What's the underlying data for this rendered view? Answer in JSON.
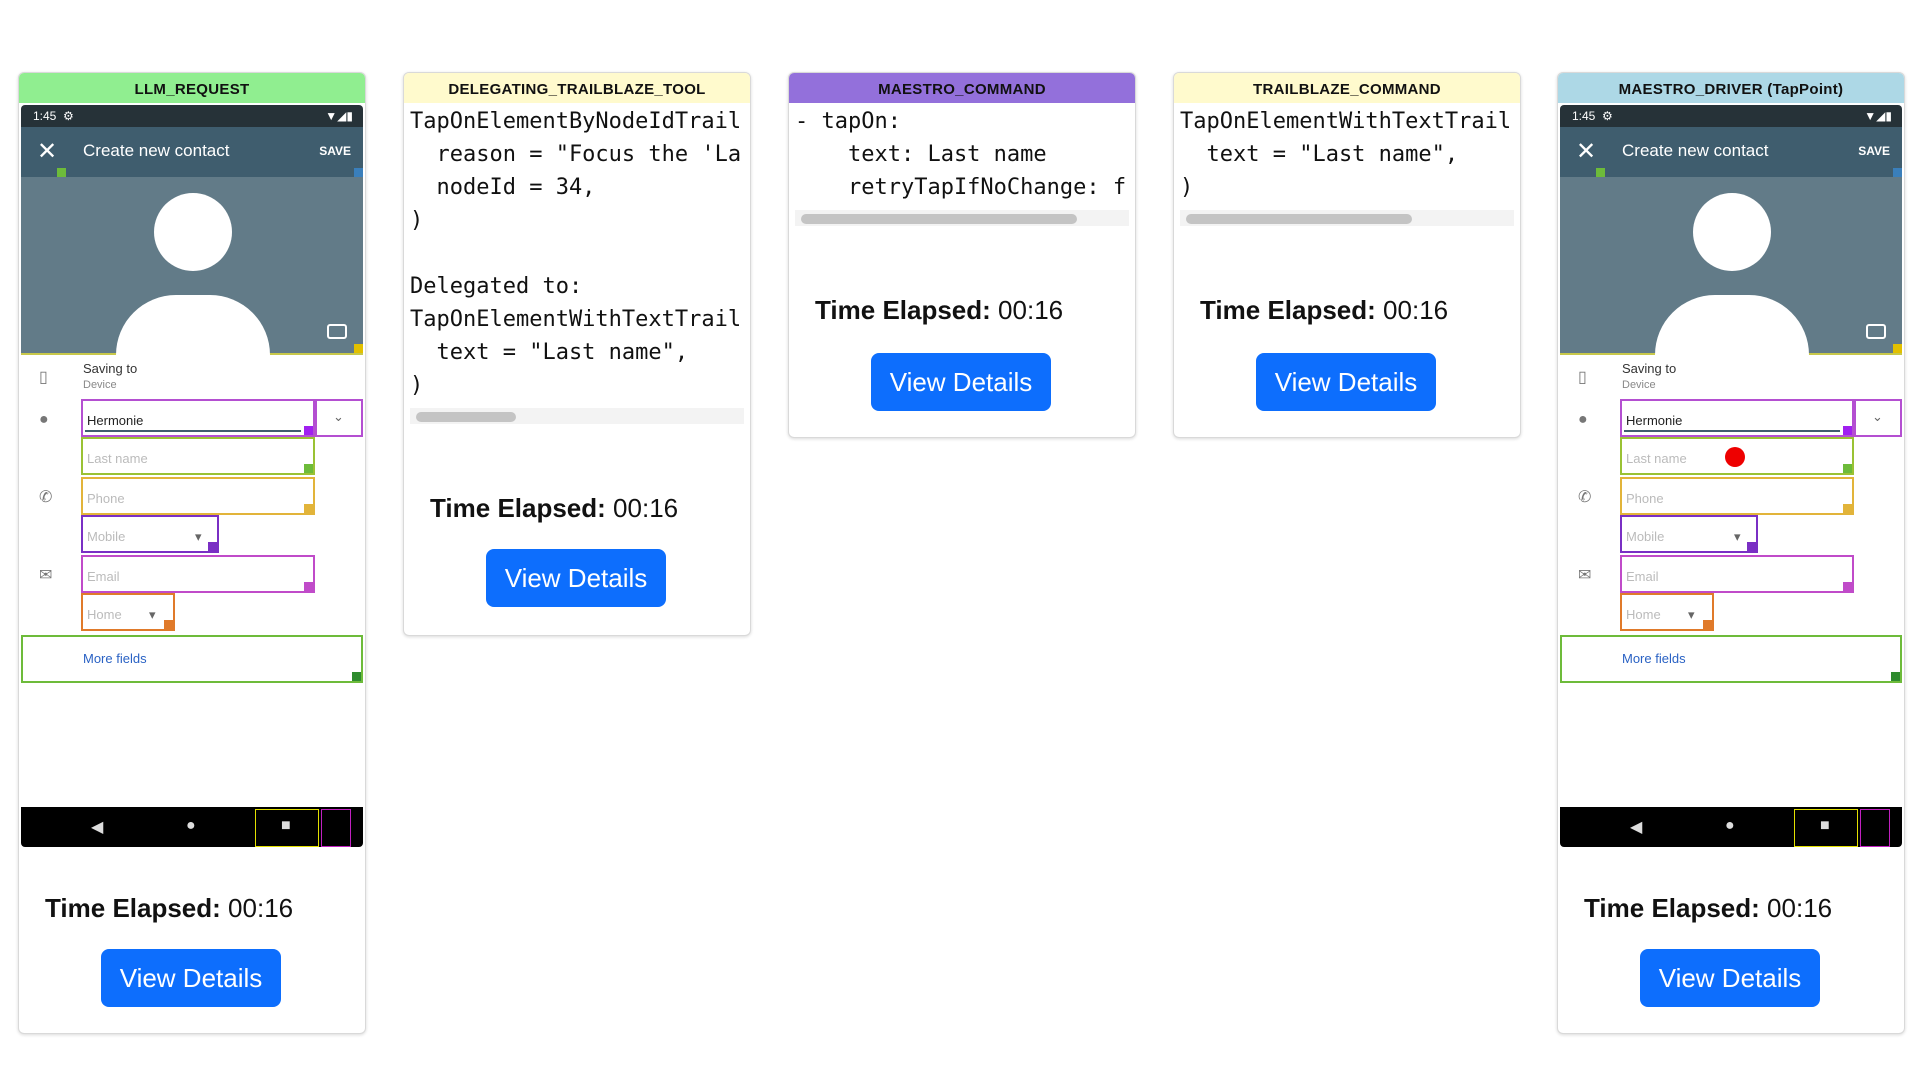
{
  "cards": [
    {
      "header": "LLM_REQUEST",
      "header_color": "#90ee90",
      "kind": "screenshot"
    },
    {
      "header": "DELEGATING_TRAILBLAZE_TOOL",
      "header_color": "#fffacd",
      "kind": "code",
      "code": "TapOnElementByNodeIdTrail\n  reason = \"Focus the 'La\n  nodeId = 34,\n)\n\nDelegated to:\nTapOnElementWithTextTrail\n  text = \"Last name\",\n)"
    },
    {
      "header": "MAESTRO_COMMAND",
      "header_color": "#9370db",
      "kind": "code",
      "code": "- tapOn:\n    text: Last name\n    retryTapIfNoChange: f"
    },
    {
      "header": "TRAILBLAZE_COMMAND",
      "header_color": "#fffacd",
      "kind": "code",
      "code": "TapOnElementWithTextTrail\n  text = \"Last name\",\n)"
    },
    {
      "header": "MAESTRO_DRIVER (TapPoint)",
      "header_color": "#add8e6",
      "kind": "screenshot"
    }
  ],
  "time_label": "Time Elapsed:",
  "time_value": "00:16",
  "button_label": "View Details",
  "phone": {
    "status_time": "1:45",
    "app_title": "Create new contact",
    "save_label": "SAVE",
    "saving_to": "Saving to",
    "saving_device": "Device",
    "first_name": "Hermonie",
    "last_name_ph": "Last name",
    "phone_ph": "Phone",
    "phone_type": "Mobile",
    "email_ph": "Email",
    "email_type": "Home",
    "more_fields": "More fields",
    "tags": {
      "appbar_x": "10",
      "appbar_save": "13",
      "photo": "17",
      "first": "33",
      "first_dd": "35",
      "last": "34",
      "phone": "43",
      "mobile": "44",
      "email": "52",
      "home": "53",
      "more": "55",
      "back": "93",
      "home_btn": "100",
      "recents": "97",
      "recents_box": "96"
    }
  },
  "colors": {
    "button": "#0d6efd",
    "tap_point": "#ee0000"
  }
}
